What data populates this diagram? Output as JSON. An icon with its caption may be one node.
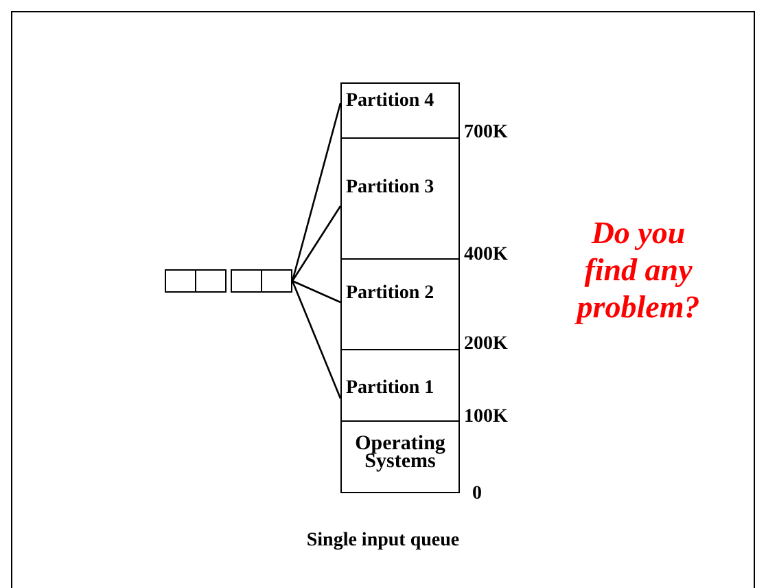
{
  "diagram": {
    "caption": "Single input queue",
    "nodes": [
      {
        "text": [
          "Partition 4"
        ]
      },
      {
        "text": [
          "Partition 3"
        ]
      },
      {
        "text": [
          "Partition 2"
        ]
      },
      {
        "text": [
          "Partition 1"
        ]
      },
      {
        "text": [
          "Operating Systems"
        ]
      },
      {
        "text": [],
        "shape": "box"
      },
      {
        "text": [],
        "shape": "box"
      },
      {
        "text": [],
        "shape": "box"
      },
      {
        "text": [],
        "shape": "box"
      }
    ],
    "edges": [
      {
        "from": 8,
        "to": 0,
        "arrow": "none"
      },
      {
        "from": 8,
        "to": 1,
        "arrow": "none"
      },
      {
        "from": 8,
        "to": 2,
        "arrow": "none"
      },
      {
        "from": 8,
        "to": 3,
        "arrow": "none"
      }
    ],
    "labels": [
      "700K",
      "400K",
      "200K",
      "100K",
      "0",
      "Do you find any problem?"
    ]
  }
}
